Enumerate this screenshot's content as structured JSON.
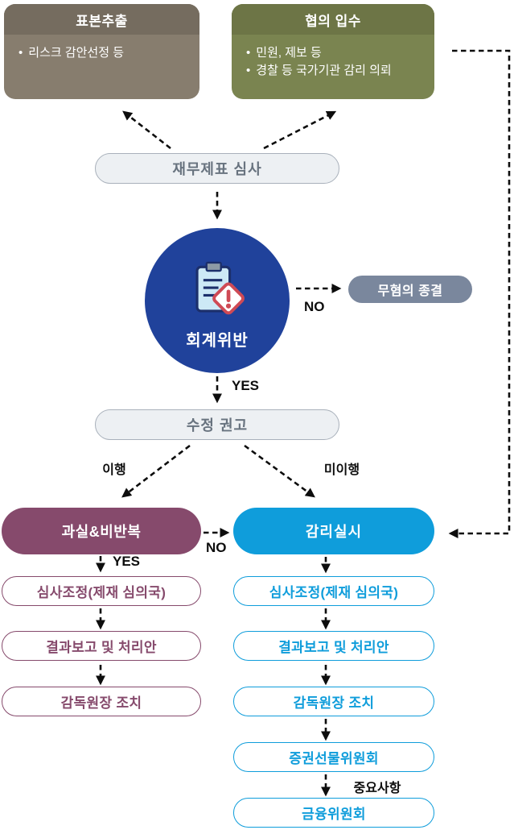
{
  "top_boxes": [
    {
      "title": "표본추출",
      "items": [
        "리스크 감안선정 등"
      ]
    },
    {
      "title": "협의 입수",
      "items": [
        "민원, 제보 등",
        "경찰 등 국가기관 감리 의뢰"
      ]
    }
  ],
  "nodes": {
    "review": "재무제표 심사",
    "violation": "회계위반",
    "closure": "무혐의 종결",
    "correction": "수정 권고",
    "fault": "과실&비반복",
    "audit": "감리실시"
  },
  "left_steps": [
    "심사조정(제재 심의국)",
    "결과보고 및 처리안",
    "감독원장 조치"
  ],
  "right_steps": [
    "심사조정(제재 심의국)",
    "결과보고 및 처리안",
    "감독원장 조치",
    "증권선물위원회",
    "금융위원회"
  ],
  "labels": {
    "no_top": "NO",
    "yes_top": "YES",
    "comply": "이행",
    "not_comply": "미이행",
    "no_mid": "NO",
    "yes_mid": "YES",
    "important": "중요사항"
  },
  "icons": {
    "violation": "clipboard-warning-icon"
  },
  "colors": {
    "sample_box": "#877d6e",
    "sample_box_header": "#756c5f",
    "tipoff_box": "#7a8450",
    "tipoff_box_header": "#6d7546",
    "neutral_pill_bg": "#edf0f3",
    "neutral_pill_border": "#a9b1bb",
    "neutral_pill_text": "#68737f",
    "violation_circle": "#20429b",
    "closure_pill": "#7a879d",
    "fault_pill": "#864a6c",
    "audit_pill": "#0f9ddb",
    "arrow": "#0d0d0d"
  }
}
